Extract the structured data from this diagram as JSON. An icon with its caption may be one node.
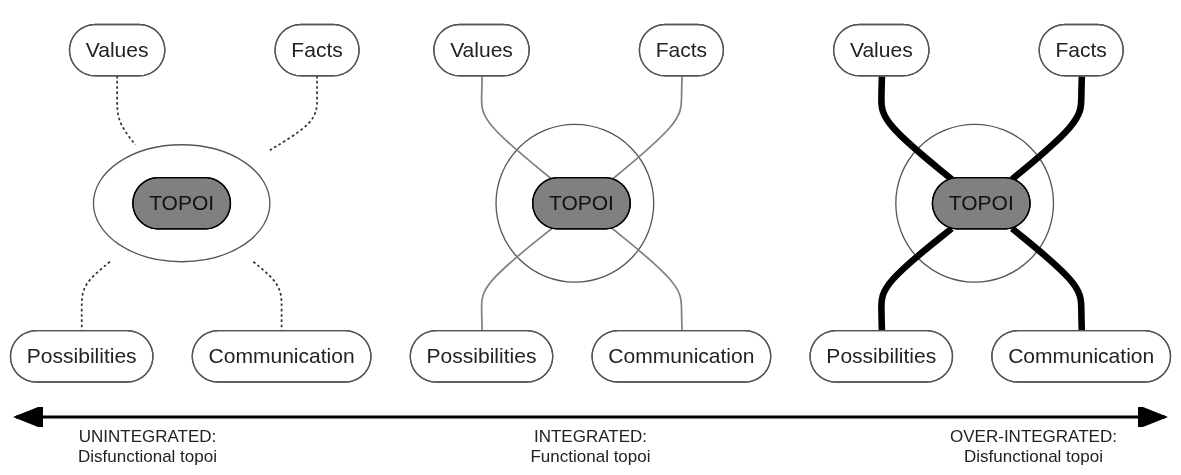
{
  "diagram": {
    "nodes": [
      {
        "text": [
          "Values"
        ]
      },
      {
        "text": [
          "Facts"
        ]
      },
      {
        "text": [],
        "shape": "circle"
      },
      {
        "text": [
          "TOPOI"
        ],
        "in": 2
      },
      {
        "text": [
          "Possibilities"
        ]
      },
      {
        "text": [
          "Communication"
        ]
      },
      {
        "text": [
          "Values"
        ]
      },
      {
        "text": [
          "Facts"
        ]
      },
      {
        "text": [],
        "shape": "circle"
      },
      {
        "text": [
          "TOPOI"
        ],
        "in": 8
      },
      {
        "text": [
          "Possibilities"
        ]
      },
      {
        "text": [
          "Communication"
        ]
      },
      {
        "text": [
          "Values"
        ]
      },
      {
        "text": [
          "Facts"
        ]
      },
      {
        "text": [],
        "shape": "circle"
      },
      {
        "text": [
          "TOPOI"
        ],
        "in": 14
      },
      {
        "text": [
          "Possibilities"
        ]
      },
      {
        "text": [
          "Communication"
        ]
      }
    ],
    "edges": [
      {
        "from": 0,
        "to": 2,
        "arrow": "none",
        "style": "dashed"
      },
      {
        "from": 1,
        "to": 2,
        "arrow": "none",
        "style": "dashed"
      },
      {
        "from": 2,
        "to": 4,
        "arrow": "none",
        "style": "dashed"
      },
      {
        "from": 2,
        "to": 5,
        "arrow": "none",
        "style": "dashed"
      },
      {
        "from": 6,
        "to": 9,
        "arrow": "none"
      },
      {
        "from": 7,
        "to": 9,
        "arrow": "none"
      },
      {
        "from": 9,
        "to": 10,
        "arrow": "none"
      },
      {
        "from": 9,
        "to": 11,
        "arrow": "none"
      },
      {
        "from": 12,
        "to": 15,
        "arrow": "none",
        "style": "thick"
      },
      {
        "from": 13,
        "to": 15,
        "arrow": "none",
        "style": "thick"
      },
      {
        "from": 15,
        "to": 16,
        "arrow": "none",
        "style": "thick"
      },
      {
        "from": 15,
        "to": 17,
        "arrow": "none",
        "style": "thick"
      }
    ],
    "labels": [
      "UNINTEGRATED: Disfunctional topoi",
      "INTEGRATED: Functional topoi",
      "OVER-INTEGRATED: Disfunctional topoi"
    ]
  }
}
